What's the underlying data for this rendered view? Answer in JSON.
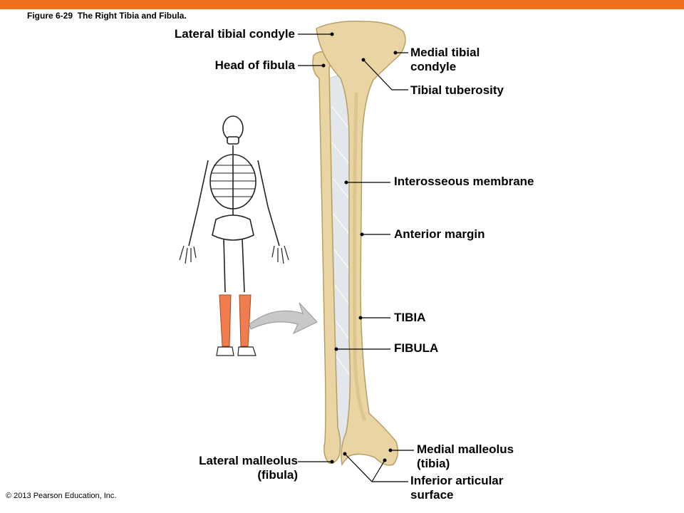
{
  "colors": {
    "top_bar": "#EE6F1E",
    "bone_fill": "#E9D5A3",
    "bone_edge": "#B89E62",
    "membrane": "#E3E6EA",
    "highlight_leg": "#F07D4F",
    "leader": "#000000",
    "arrow": "#BFBFBF"
  },
  "figure": {
    "title": "Figure 6-29  The Right Tibia and Fibula."
  },
  "labels": {
    "lateral_tibial_condyle": "Lateral tibial condyle",
    "head_of_fibula": "Head of fibula",
    "medial_tibial_condyle_1": "Medial tibial",
    "medial_tibial_condyle_2": "condyle",
    "tibial_tuberosity": "Tibial tuberosity",
    "interosseous_membrane": "Interosseous membrane",
    "anterior_margin": "Anterior margin",
    "tibia": "TIBIA",
    "fibula": "FIBULA",
    "lateral_malleolus_1": "Lateral malleolus",
    "lateral_malleolus_2": "(fibula)",
    "medial_malleolus_1": "Medial malleolus",
    "medial_malleolus_2": "(tibia)",
    "inferior_articular_1": "Inferior articular",
    "inferior_articular_2": "surface"
  },
  "copyright": "© 2013 Pearson Education, Inc."
}
